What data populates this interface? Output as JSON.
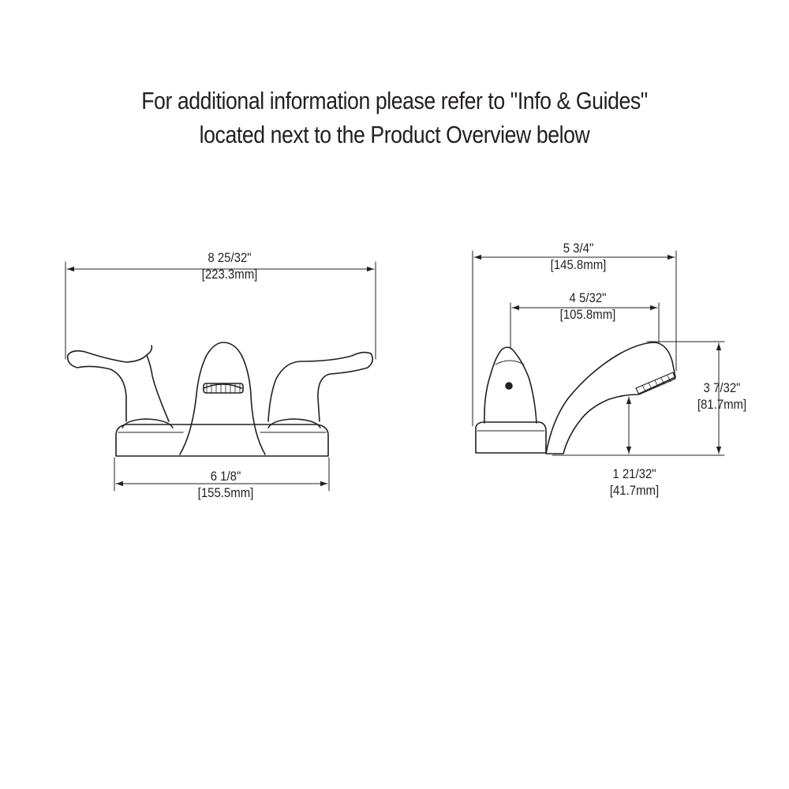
{
  "heading": {
    "line1": "For additional information please refer to \"Info & Guides\"",
    "line2": "located next to the Product Overview below"
  },
  "front_view": {
    "overall_width": {
      "imperial": "8 25/32\"",
      "metric": "[223.3mm]"
    },
    "base_width": {
      "imperial": "6 1/8\"",
      "metric": "[155.5mm]"
    }
  },
  "side_view": {
    "overall_depth": {
      "imperial": "5 3/4\"",
      "metric": "[145.8mm]"
    },
    "spout_reach": {
      "imperial": "4 5/32\"",
      "metric": "[105.8mm]"
    },
    "overall_height": {
      "imperial": "3 7/32\"",
      "metric": "[81.7mm]"
    },
    "spout_clearance": {
      "imperial": "1 21/32\"",
      "metric": "[41.7mm]"
    }
  },
  "colors": {
    "line": "#231f20",
    "background": "#ffffff"
  }
}
